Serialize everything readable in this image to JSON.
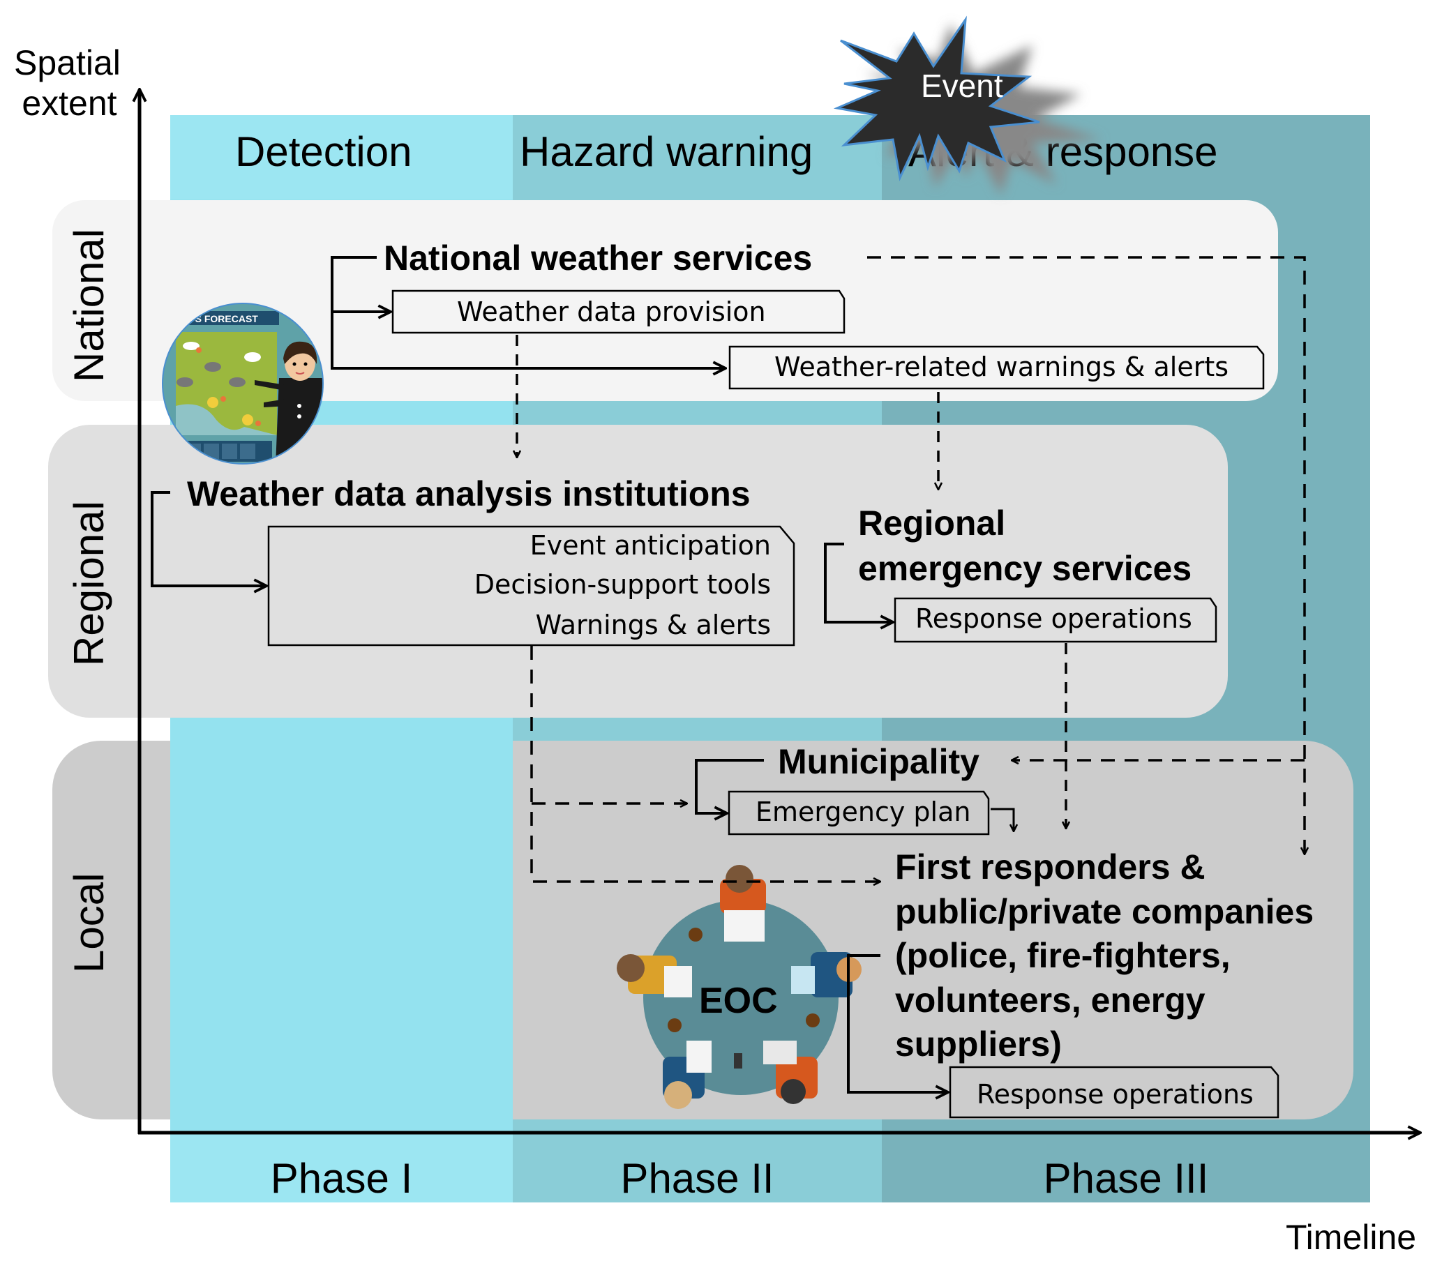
{
  "axes": {
    "y_label_line1": "Spatial",
    "y_label_line2": "extent",
    "x_label": "Timeline"
  },
  "event": {
    "label": "Event"
  },
  "phases": [
    {
      "header": "Detection",
      "label": "Phase I",
      "color": "#9ce6f2"
    },
    {
      "header": "Hazard warning",
      "label": "Phase II",
      "color": "#8acdd7"
    },
    {
      "header": "Alert & response",
      "label": "Phase III",
      "color": "#79b2bb"
    }
  ],
  "levels": {
    "national": {
      "label": "National",
      "color": "#f4f4f4",
      "org": "National weather services",
      "boxes": [
        "Weather data provision",
        "Weather-related warnings & alerts"
      ],
      "icon": {
        "name": "weather-forecaster",
        "caption": "DAY'S FORECAST"
      }
    },
    "regional": {
      "label": "Regional",
      "color": "#e0e0e0",
      "org1": "Weather data analysis institutions",
      "box1_lines": [
        "Event anticipation",
        "Decision-support tools",
        "Warnings & alerts"
      ],
      "org2_line1": "Regional",
      "org2_line2": "emergency services",
      "box2": "Response operations"
    },
    "local": {
      "label": "Local",
      "color": "#cccccc",
      "org1": "Municipality",
      "box1": "Emergency plan",
      "org2_lines": [
        "First responders &",
        "public/private companies",
        "(police, fire-fighters,",
        "volunteers, energy",
        "suppliers)"
      ],
      "box2": "Response operations",
      "eoc_label": "EOC"
    }
  }
}
